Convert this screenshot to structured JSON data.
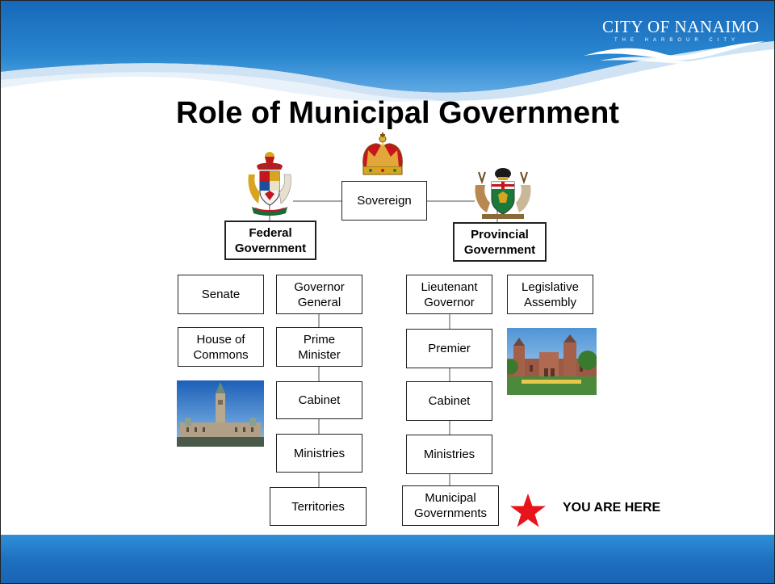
{
  "header": {
    "logo_name": "CITY OF NANAIMO",
    "logo_tagline": "THE HARBOUR CITY"
  },
  "title": "Role of Municipal Government",
  "nodes": {
    "sovereign": "Sovereign",
    "federal": "Federal\nGovernment",
    "provincial": "Provincial\nGovernment",
    "senate": "Senate",
    "governor_general": "Governor\nGeneral",
    "house_of_commons": "House of\nCommons",
    "prime_minister": "Prime\nMinister",
    "federal_cabinet": "Cabinet",
    "federal_ministries": "Ministries",
    "territories": "Territories",
    "lieutenant_governor": "Lieutenant\nGovernor",
    "legislative_assembly": "Legislative\nAssembly",
    "premier": "Premier",
    "provincial_cabinet": "Cabinet",
    "provincial_ministries": "Ministries",
    "municipal_governments": "Municipal\nGovernments"
  },
  "marker": {
    "label": "YOU ARE HERE",
    "color": "#e8141b"
  },
  "colors": {
    "header_blue": "#1f78c8",
    "footer_blue": "#1d6fc0",
    "line": "#888888"
  }
}
